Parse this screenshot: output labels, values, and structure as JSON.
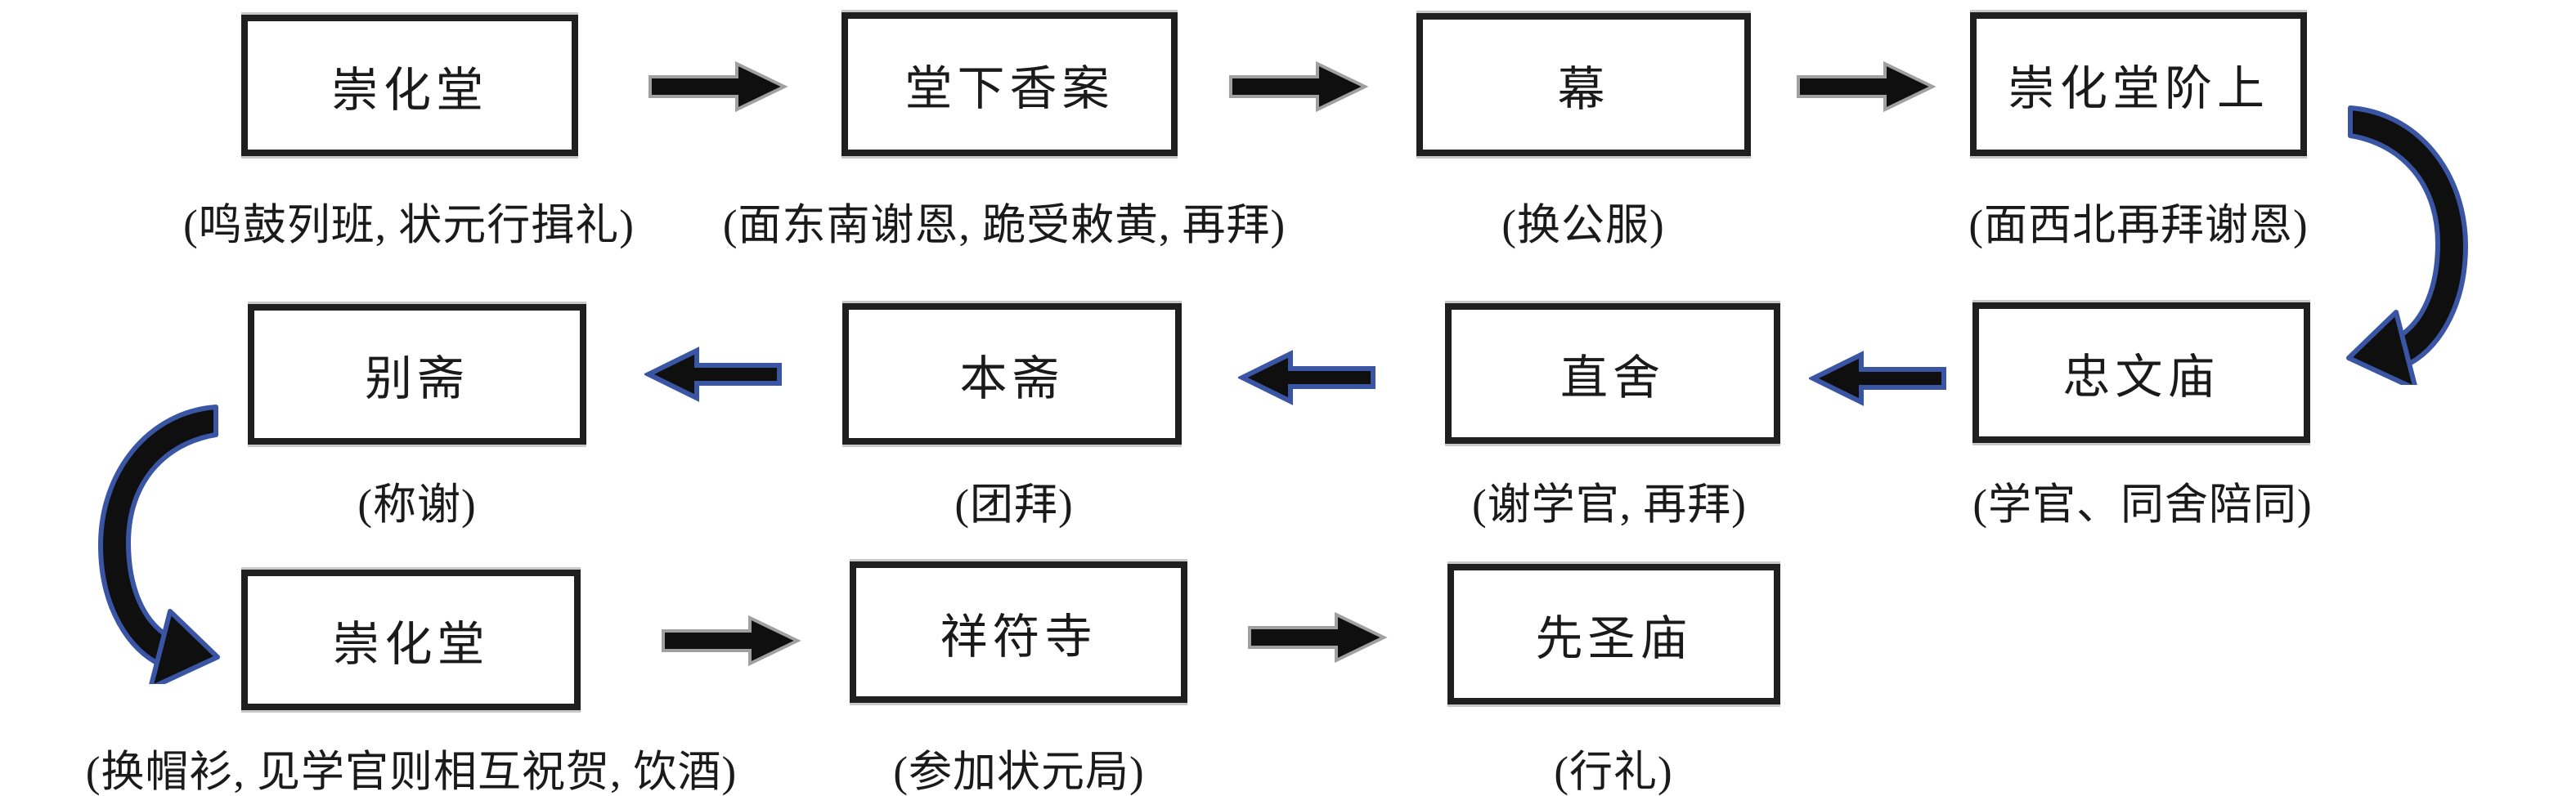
{
  "colors": {
    "box_border": "#1f1f1f",
    "box_halo": "#c9c9c9",
    "arrow_black": "#0f0f0f",
    "arrow_gray_outline": "#a0a0a0",
    "arrow_blue": "#3a55a4",
    "background": "#ffffff",
    "text_color": "#1a1a1a"
  },
  "flow": {
    "rows": [
      {
        "direction": "right",
        "nodes": [
          {
            "label": "崇化堂",
            "caption": "(鸣鼓列班, 状元行揖礼)"
          },
          {
            "label": "堂下香案",
            "caption": "(面东南谢恩, 跪受敕黄, 再拜)"
          },
          {
            "label": "幕",
            "caption": "(换公服)"
          },
          {
            "label": "崇化堂阶上",
            "caption": "(面西北再拜谢恩)"
          }
        ]
      },
      {
        "direction": "left",
        "nodes": [
          {
            "label": "别斋",
            "caption": "(称谢)"
          },
          {
            "label": "本斋",
            "caption": "(团拜)"
          },
          {
            "label": "直舍",
            "caption": "(谢学官, 再拜)"
          },
          {
            "label": "忠文庙",
            "caption": "(学官、同舍陪同)"
          }
        ]
      },
      {
        "direction": "right",
        "nodes": [
          {
            "label": "崇化堂",
            "caption": "(换帽衫, 见学官则相互祝贺, 饮酒)"
          },
          {
            "label": "祥符寺",
            "caption": "(参加状元局)"
          },
          {
            "label": "先圣庙",
            "caption": "(行礼)"
          }
        ]
      }
    ],
    "curved_connectors": [
      {
        "from": "崇化堂阶上",
        "to": "忠文庙",
        "side": "right",
        "direction": "down-left"
      },
      {
        "from": "别斋",
        "to": "崇化堂",
        "side": "left",
        "direction": "down-right"
      }
    ]
  }
}
